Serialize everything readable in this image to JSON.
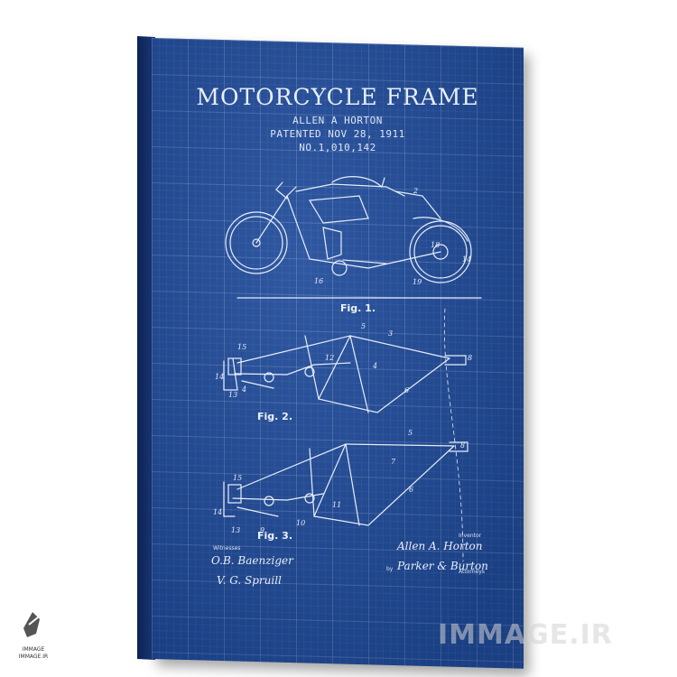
{
  "poster": {
    "title": "MOTORCYCLE FRAME",
    "inventor_line": "ALLEN A HORTON",
    "patent_date": "PATENTED NOV 28, 1911",
    "patent_number": "NO.1,010,142",
    "figures": [
      "Fig. 1.",
      "Fig. 2.",
      "Fig. 3."
    ],
    "witnesses_label": "Witnesses",
    "witness_signatures": [
      "O.B. Baenziger",
      "V. G. Spruill"
    ],
    "inventor_label": "Inventor",
    "inventor_signature": "Allen A. Horton",
    "by_label": "by",
    "attorney_signature": "Parker & Burton",
    "attorneys_label": "Attorneys",
    "part_numbers": [
      "2",
      "16",
      "18",
      "14",
      "19",
      "15",
      "3",
      "12",
      "4",
      "5",
      "8",
      "14",
      "13",
      "4",
      "6",
      "15",
      "7",
      "5",
      "8",
      "14",
      "9",
      "10",
      "11",
      "6",
      "13"
    ]
  },
  "colors": {
    "canvas_blue": "#1e4a9a",
    "ink": "#e8eef8"
  },
  "watermark": {
    "text": "IMMAGE.IR",
    "logo_caption_1": "IMMAGE",
    "logo_caption_2": "IMMAGE.IR"
  }
}
